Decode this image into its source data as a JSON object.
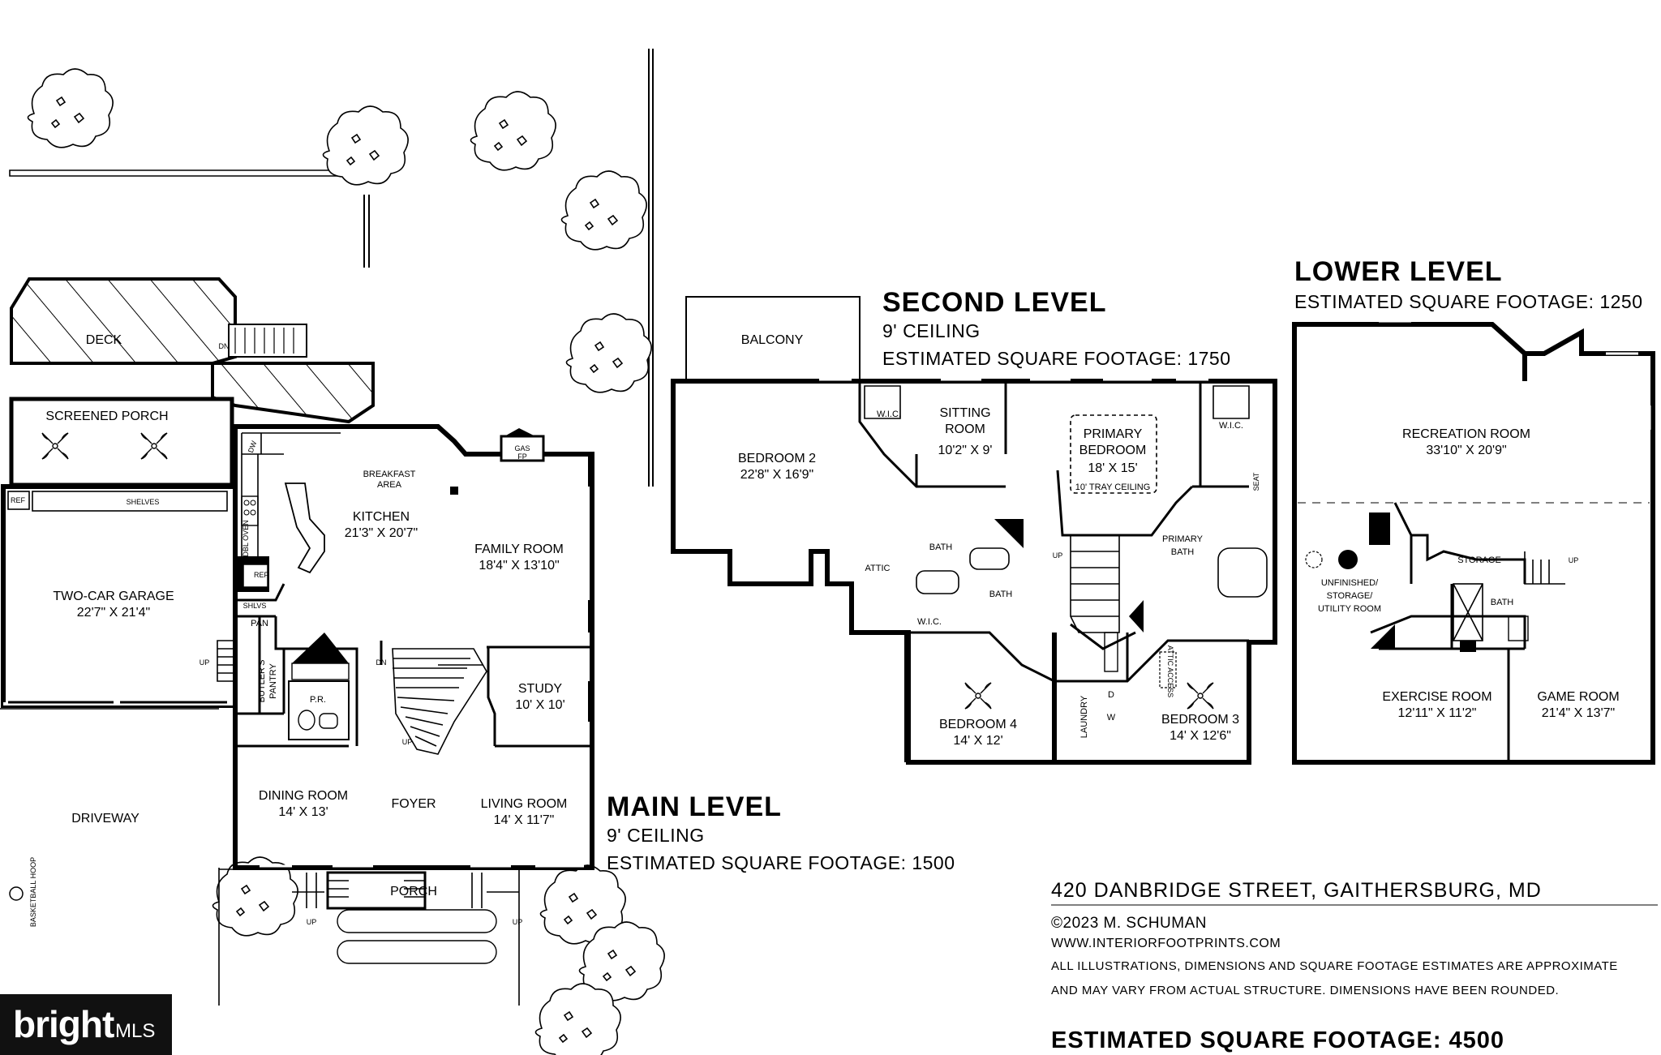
{
  "main_level": {
    "title": "MAIN LEVEL",
    "ceiling": "9' CEILING",
    "sqft": "ESTIMATED SQUARE FOOTAGE: 1500",
    "rooms": {
      "deck": "DECK",
      "screened_porch": "SCREENED PORCH",
      "shelves": "SHELVES",
      "ref": "REF",
      "garage_name": "TWO-CAR GARAGE",
      "garage_dim": "22'7\" X 21'4\"",
      "driveway": "DRIVEWAY",
      "basketball": "BASKETBALL HOOP",
      "breakfast": "BREAKFAST",
      "breakfast2": "AREA",
      "kitchen_name": "KITCHEN",
      "kitchen_dim": "21'3\" X 20'7\"",
      "family_name": "FAMILY ROOM",
      "family_dim": "18'4\" X 13'10\"",
      "gas": "GAS",
      "fp": "FP",
      "dw": "DW",
      "dbl_oven": "DBL OVEN",
      "ref2": "REF",
      "shlvs": "SHLVS",
      "pan": "PAN",
      "butlers": "BUTLER'S",
      "pantry": "PANTRY",
      "pr": "P.R.",
      "study_name": "STUDY",
      "study_dim": "10' X 10'",
      "dining_name": "DINING ROOM",
      "dining_dim": "14' X 13'",
      "foyer": "FOYER",
      "living_name": "LIVING ROOM",
      "living_dim": "14' X 11'7\"",
      "porch": "PORCH",
      "up": "UP",
      "dn": "DN"
    }
  },
  "second_level": {
    "title": "SECOND LEVEL",
    "ceiling": "9' CEILING",
    "sqft": "ESTIMATED SQUARE FOOTAGE: 1750",
    "rooms": {
      "balcony": "BALCONY",
      "bed2_name": "BEDROOM 2",
      "bed2_dim": "22'8\" X 16'9\"",
      "wic": "W.I.C.",
      "sitting_name": "SITTING",
      "sitting_name2": "ROOM",
      "sitting_dim": "10'2\" X 9'",
      "primary_name": "PRIMARY",
      "primary_name2": "BEDROOM",
      "primary_dim": "18' X 15'",
      "tray": "10' TRAY CEILING",
      "primary_bath": "PRIMARY",
      "primary_bath2": "BATH",
      "seat": "SEAT",
      "attic": "ATTIC",
      "bath": "BATH",
      "bed4_name": "BEDROOM 4",
      "bed4_dim": "14' X 12'",
      "bed3_name": "BEDROOM 3",
      "bed3_dim": "14' X 12'6\"",
      "laundry": "LAUNDRY",
      "d": "D",
      "w": "W",
      "attic_access": "ATTIC ACCESS",
      "up": "UP"
    }
  },
  "lower_level": {
    "title": "LOWER LEVEL",
    "sqft": "ESTIMATED SQUARE FOOTAGE: 1250",
    "rooms": {
      "rec_name": "RECREATION ROOM",
      "rec_dim": "33'10\" X 20'9\"",
      "unfinished": "UNFINISHED/",
      "storage_l": "STORAGE/",
      "utility": "UTILITY ROOM",
      "storage": "STORAGE",
      "bath": "BATH",
      "up": "UP",
      "exercise_name": "EXERCISE ROOM",
      "exercise_dim": "12'11\" X 11'2\"",
      "game_name": "GAME ROOM",
      "game_dim": "21'4\" X 13'7\""
    }
  },
  "info": {
    "address": "420 DANBRIDGE STREET, GAITHERSBURG, MD",
    "copyright": "©2023 M. SCHUMAN",
    "website": "WWW.INTERIORFOOTPRINTS.COM",
    "disclaimer1": "ALL ILLUSTRATIONS, DIMENSIONS AND SQUARE FOOTAGE ESTIMATES ARE APPROXIMATE",
    "disclaimer2": "AND MAY VARY FROM ACTUAL STRUCTURE. DIMENSIONS HAVE BEEN ROUNDED.",
    "total": "ESTIMATED SQUARE FOOTAGE: 4500"
  },
  "brand": {
    "name": "bright",
    "suffix": "MLS"
  }
}
